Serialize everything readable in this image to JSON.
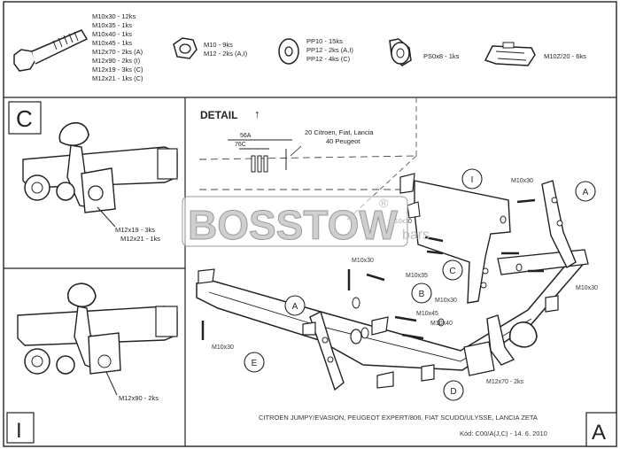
{
  "parts_list": {
    "bolt_lines": [
      "M10x30 - 12ks",
      "M10x35 - 1ks",
      "M10x40 - 1ks",
      "M10x45 - 1ks",
      "M12x70 - 2ks (A)",
      "M12x90 - 2ks (I)",
      "M12x19 - 3ks (C)",
      "M12x21 - 1ks (C)"
    ],
    "nut_lines": [
      "M10 - 9ks",
      "M12 - 2ks (A,I)"
    ],
    "washer_lines": [
      "PP10 - 15ks",
      "PP12 - 2ks (A,I)",
      "PP12 - 4ks (C)"
    ],
    "spacer_label": "PS0x8 - 1ks",
    "clip_label": "M10Z/20 - 6ks"
  },
  "panels": {
    "c_letter": "C",
    "i_letter": "I",
    "a_letter": "A",
    "c_bolt_lines": [
      "M12x19 - 3ks",
      "M12x21 - 1ks"
    ],
    "i_bolt_label": "M12x90 - 2ks"
  },
  "detail": {
    "title": "DETAIL",
    "dim_top": "56A",
    "dim_bottom": "76C",
    "note_line1": "20 Citroen, Fiat, Lancia",
    "note_line2": "40 Peugeot"
  },
  "callouts": {
    "letters": [
      "I",
      "A",
      "B",
      "C",
      "A",
      "D",
      "E"
    ],
    "labels": [
      "M10x30",
      "M10x30",
      "M10x30",
      "M10x30",
      "M10x35",
      "M10x30",
      "M10x45",
      "M10x40",
      "M10x30",
      "M12x70 - 2ks"
    ]
  },
  "watermark": {
    "brand": "BOSSTOW",
    "suffix": "bars",
    "reg": "®"
  },
  "footer": {
    "vehicle": "CITROEN JUMPY/EVASION, PEUGEOT EXPERT/806, FIAT SCUDO/ULYSSE, LANCIA ZETA",
    "code": "Kód: C00/A(J,C) - 14. 6. 2010"
  }
}
